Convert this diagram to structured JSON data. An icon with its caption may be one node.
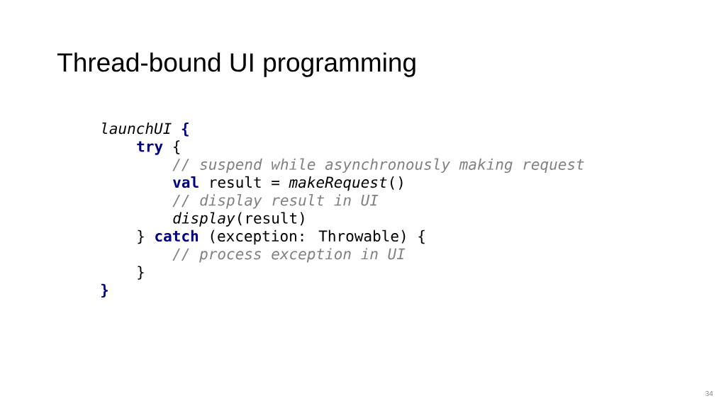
{
  "diagram": {
    "title": "Thread-bound UI programming",
    "labels": [
      "*launchUI* **{**",
      "**try** {",
      "// suspend while asynchronously making request",
      "**val** result = *makeRequest*()",
      "// display result in UI",
      "*display*(result)",
      "} **catch** (exception: Throwable) {",
      "// process exception in UI",
      "}",
      "}",
      "34"
    ]
  }
}
